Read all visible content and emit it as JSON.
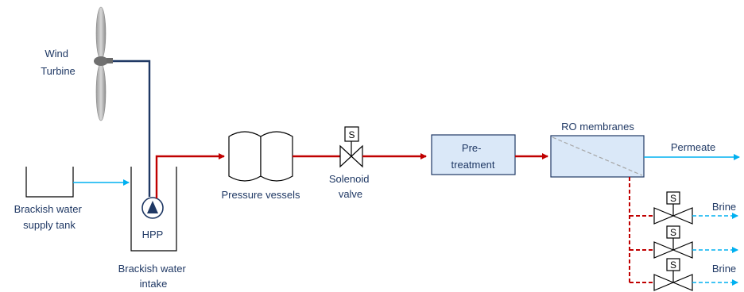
{
  "labels": {
    "wind_turbine": [
      "Wind",
      "Turbine"
    ],
    "supply_tank": [
      "Brackish water",
      "supply tank"
    ],
    "hpp": "HPP",
    "intake": [
      "Brackish water",
      "intake"
    ],
    "pressure_vessels": "Pressure vessels",
    "solenoid_valve": [
      "Solenoid",
      "valve"
    ],
    "pretreatment": [
      "Pre-",
      "treatment"
    ],
    "ro_membranes": "RO membranes",
    "permeate": "Permeate",
    "brine": "Brine",
    "solenoid_symbol": "S"
  },
  "colors": {
    "feed_line": "#c00000",
    "supply_line": "#00b0f0",
    "power_line": "#1f3864",
    "label": "#1f3864",
    "pretreatment_fill": "#dae8f8",
    "ro_fill": "#dae8f8"
  }
}
